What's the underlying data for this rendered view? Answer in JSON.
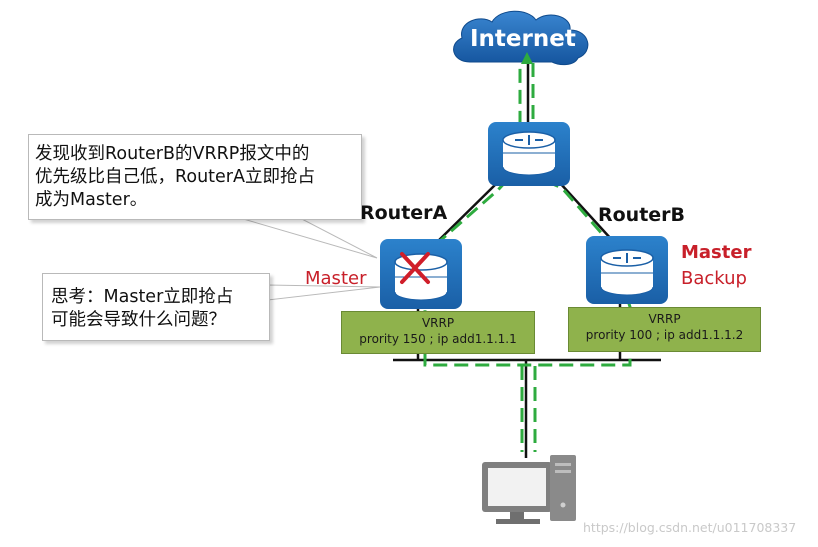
{
  "internet": {
    "label": "Internet"
  },
  "routers": {
    "a": {
      "name": "RouterA",
      "state": "Master"
    },
    "b": {
      "name": "RouterB",
      "state_primary": "Master",
      "state_secondary": "Backup"
    }
  },
  "vrrp": {
    "a": {
      "title": "VRRP",
      "detail": "prority 150 ; ip add1.1.1.1"
    },
    "b": {
      "title": "VRRP",
      "detail": "prority 100 ; ip add1.1.1.2"
    }
  },
  "callouts": {
    "preempt": {
      "line1": "发现收到RouterB的VRRP报文中的",
      "line2": "优先级比自己低，RouterA立即抢占",
      "line3": "成为Master。"
    },
    "question": {
      "line1": "思考：Master立即抢占",
      "line2": "可能会导致什么问题？"
    }
  },
  "colors": {
    "router_blue": "#1f6fb8",
    "path_green": "#2eab3f",
    "vrrp_green": "#8fb24c",
    "master_red": "#c8202a",
    "cloud_blue": "#1b63b0"
  },
  "icons": [
    "cloud-icon",
    "router-icon",
    "pc-icon",
    "cross-icon"
  ],
  "watermark": "https://blog.csdn.net/u011708337"
}
